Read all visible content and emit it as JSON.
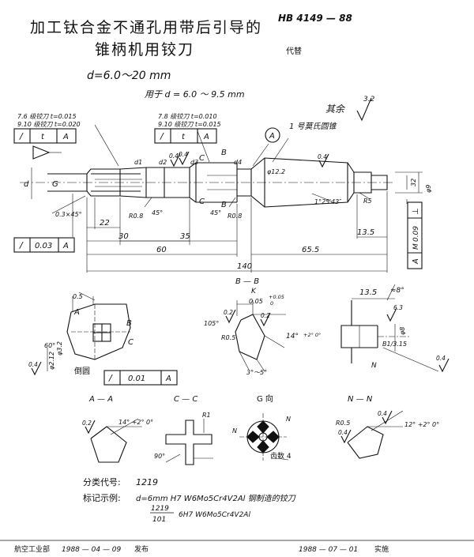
{
  "header": {
    "title_line1": "加工钛合金不通孔用带后引导的",
    "title_line2": "锥柄机用铰刀",
    "standard_no": "HB 4149 — 88",
    "replaces_label": "代替",
    "diameter_range": "d=6.0～20 mm"
  },
  "main_view": {
    "applies_to": "用于 d = 6.0 ～ 9.5 mm",
    "surface_rest": "其余",
    "surface_rest_value": "3.2",
    "note_left_1": "7.6 级铰刀 t=0.015",
    "note_left_2": "9.10 级铰刀 t=0.020",
    "note_right_1": "7.8 级铰刀 t=0.010",
    "note_right_2": "9.10 级铰刀 t=0.015",
    "fcf_slash": "/",
    "fcf_t": "t",
    "fcf_a": "A",
    "morse_taper": "1 号莫氏圆锥",
    "label_a_circle": "A",
    "dim_d": "d",
    "dim_g": "G",
    "dim_d1": "d1",
    "dim_d2": "d2",
    "dim_d3": "d3",
    "dim_d4": "d4",
    "dim_roughness_04a": "0.4",
    "dim_roughness_04b": "0.4",
    "dim_roughness_04c": "0.4",
    "dim_c_top": "C",
    "dim_c_bot": "C",
    "dim_b_top": "B",
    "dim_b_bot": "B",
    "dim_phi122": "φ12.2",
    "dim_angle": "1°25′43″",
    "dim_chamfer": "0.3×45°",
    "dim_r08a": "R0.8",
    "dim_45a": "45°",
    "dim_r08b": "R0.8",
    "dim_45b": "45°",
    "dim_22": "22",
    "dim_30": "30",
    "dim_35": "35",
    "dim_60": "60",
    "dim_655": "65.5",
    "dim_140": "140",
    "dim_135": "13.5",
    "dim_r5": "R5",
    "dim_phi9": "φ9",
    "dim_32": "32",
    "fcf_runout_sym": "/",
    "fcf_runout_val": "0.03",
    "fcf_runout_ref": "A",
    "fcf_right_sym": "⊥",
    "fcf_right_val": "0.09",
    "fcf_right_m": "M",
    "fcf_right_ref": "A"
  },
  "section_bb": {
    "label": "B — B",
    "dim_k": "K",
    "dim_005": "0.05",
    "dim_tol_upper": "+0.05",
    "dim_tol_lower": "0",
    "dim_105": "105°",
    "dim_02a": "0.2",
    "dim_02b": "0.2",
    "dim_r05": "R0.5",
    "dim_14": "14°",
    "dim_14_tol": "+2° 0°",
    "dim_3to5": "3°～5°"
  },
  "section_left": {
    "dim_05": "0.5",
    "dim_a": "A",
    "dim_60": "60°",
    "dim_phi32": "φ3.2",
    "dim_phi212": "φ2.12",
    "dim_04": "0.4",
    "dim_b": "B",
    "dim_c": "C",
    "chamfer_label": "倒圆",
    "fcf_sym": "/",
    "fcf_val": "0.01",
    "fcf_ref": "A"
  },
  "section_nn_right": {
    "dim_135": "13.5",
    "dim_8": "≈8°",
    "dim_63": "6.3",
    "dim_phi8": "φ8",
    "dim_b1": "B1/3.15",
    "dim_04": "0.4",
    "dim_n": "N"
  },
  "bottom_views": {
    "aa_label": "A — A",
    "cc_label": "C — C",
    "g_label": "G 向",
    "nn_label": "N — N",
    "aa_02": "0.2",
    "aa_14": "14° +2° 0°",
    "cc_r1": "R1",
    "cc_90": "90°",
    "g_n1": "N",
    "g_n2": "N",
    "g_teeth": "齿数 4",
    "nn_r05": "R0.5",
    "nn_04a": "0.4",
    "nn_04b": "0.4",
    "nn_12": "12° +2° 0°"
  },
  "classification": {
    "code_label": "分类代号:",
    "code_value": "1219",
    "marking_label": "标记示例:",
    "marking_text": "d=6mm H7 W6Mo5Cr4V2Al 钢制造的铰刀",
    "fraction_top": "1219",
    "fraction_bottom": "101",
    "marking_code": "6H7 W6Mo5Cr4V2Al"
  },
  "footer": {
    "issuer": "航空工业部",
    "issue_date": "1988 — 04 — 09",
    "issue_label": "发布",
    "effective_date": "1988 — 07 — 01",
    "effective_label": "实施"
  }
}
